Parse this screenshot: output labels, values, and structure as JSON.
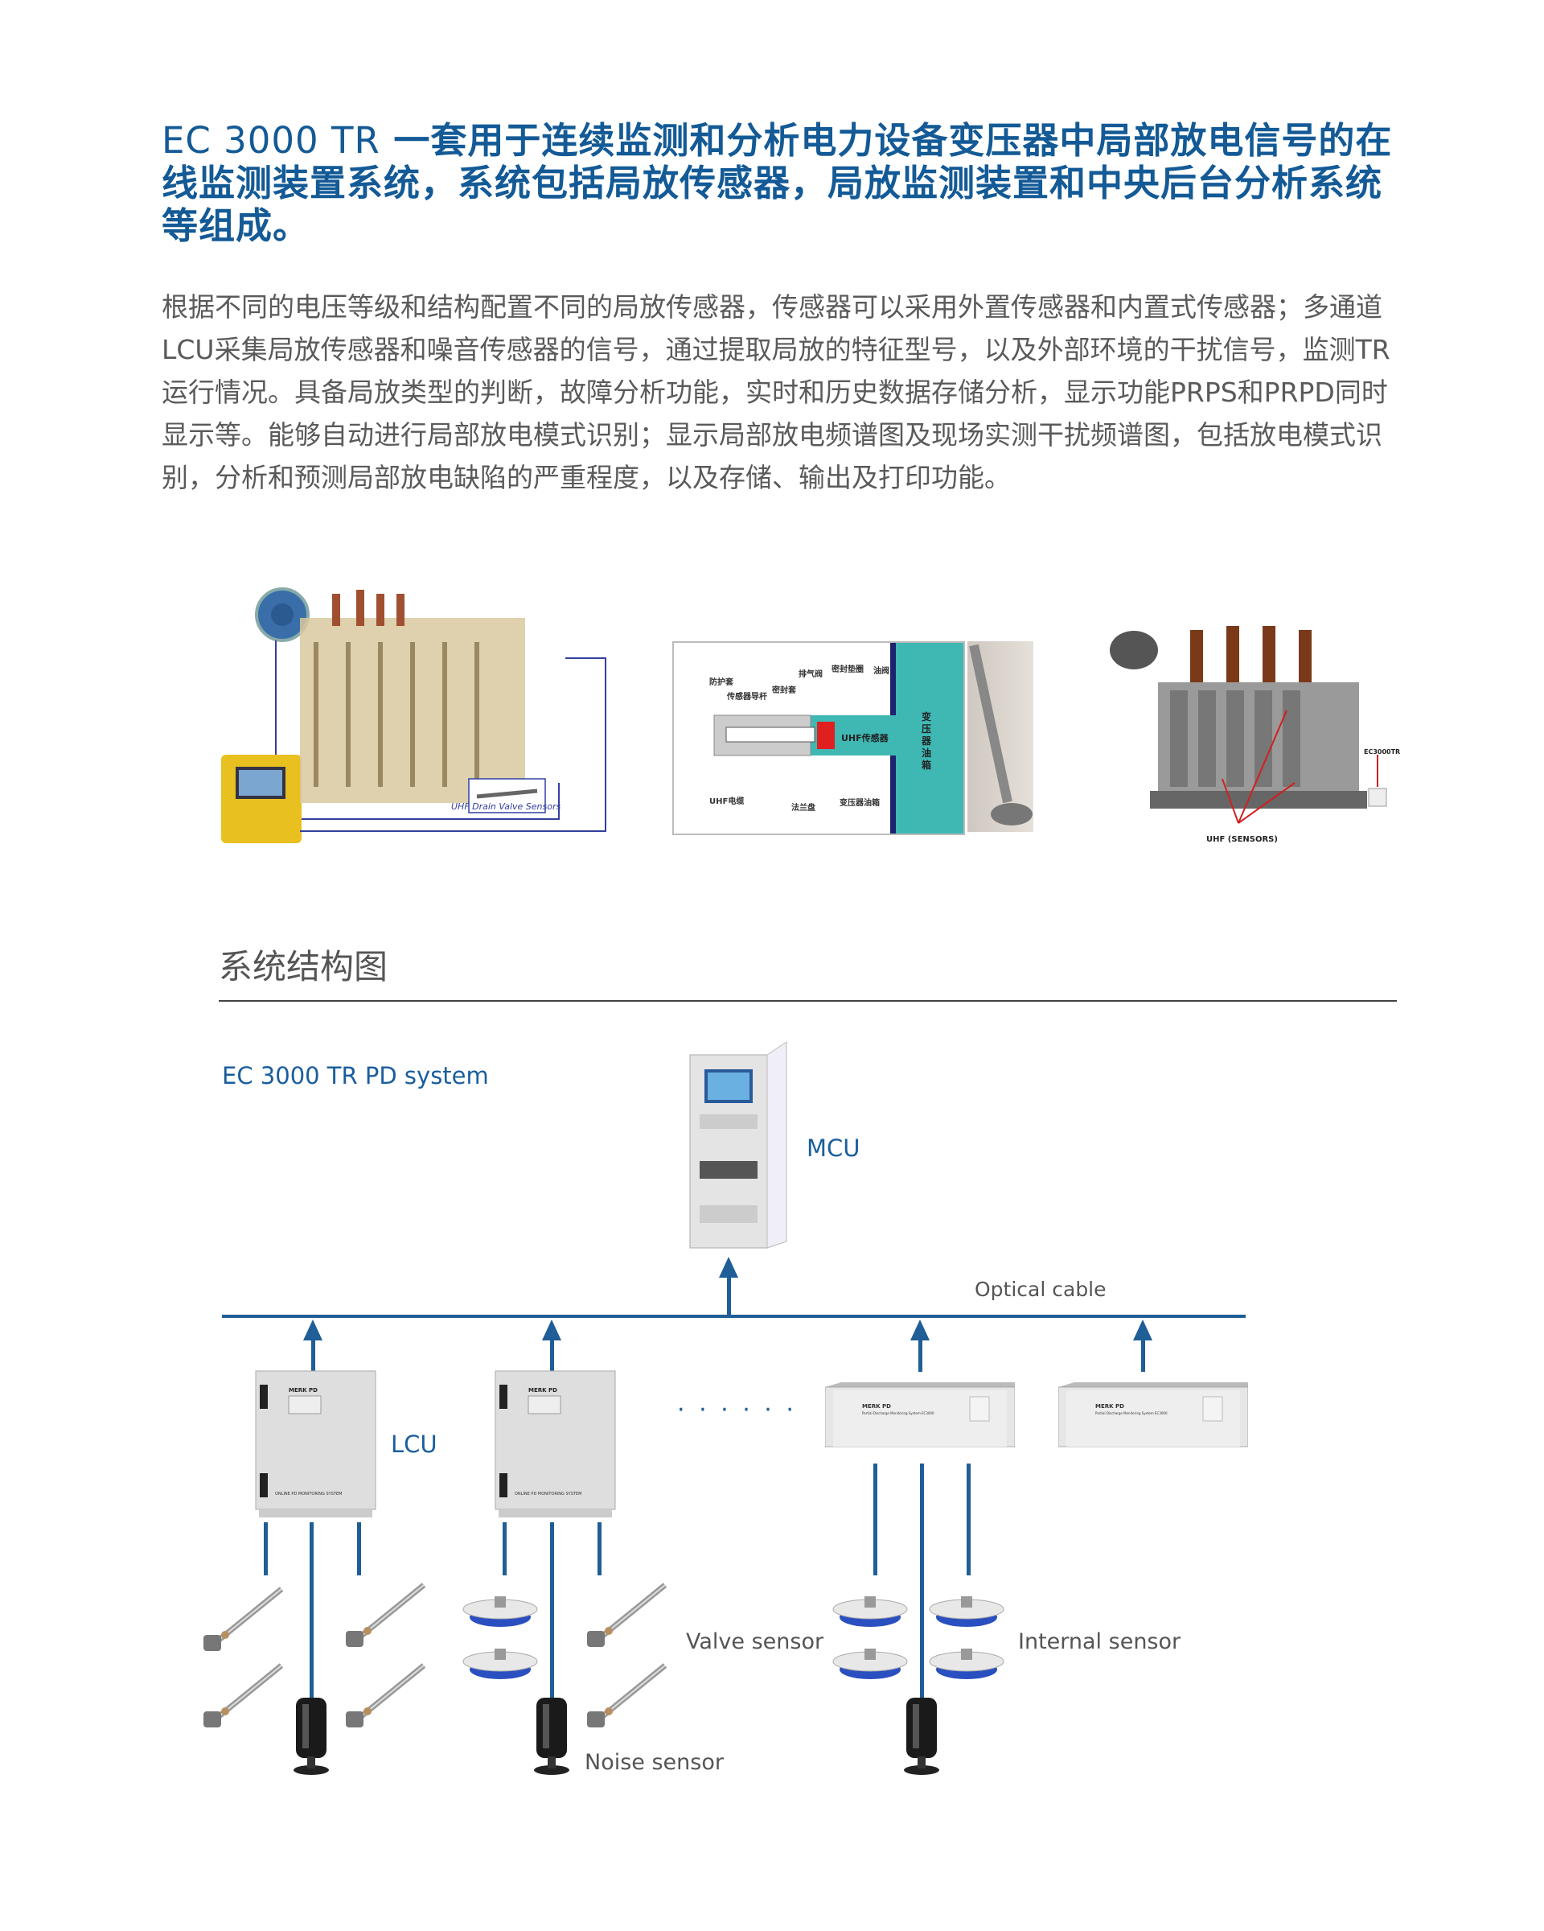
{
  "header": {
    "title_en": "EC 3000 TR",
    "title_cn": " 一套用于连续监测和分析电力设备变压器中局部放电信号的在线监测装置系统，系统包括局放传感器，局放监测装置和中央后台分析系统等组成。",
    "description": "根据不同的电压等级和结构配置不同的局放传感器，传感器可以采用外置传感器和内置式传感器；多通道LCU采集局放传感器和噪音传感器的信号，通过提取局放的特征型号，以及外部环境的干扰信号，监测TR运行情况。具备局放类型的判断，故障分析功能，实时和历史数据存储分析，显示功能PRPS和PRPD同时显示等。能够自动进行局部放电模式识别；显示局部放电频谱图及现场实测干扰频谱图，包括放电模式识别，分析和预测局部放电缺陷的严重程度，以及存储、输出及打印功能。"
  },
  "images": {
    "left_caption": "UHF Drain Valve Sensors",
    "middle_labels": {
      "protect_cover": "防护套",
      "guide_rod": "传感器导杆",
      "seal_sleeve": "密封套",
      "vent_valve": "排气阀",
      "seal_ring": "密封垫圈",
      "oil_valve": "油阀",
      "uhf_sensor": "UHF传感器",
      "tank_vertical": "变压器油箱",
      "uhf_cable": "UHF电缆",
      "flange": "法兰盘",
      "tank": "变压器油箱"
    },
    "right_labels": {
      "device": "EC3000TR",
      "sensors": "UHF (SENSORS)"
    }
  },
  "section": {
    "title": "系统结构图"
  },
  "diagram": {
    "system_name": "EC 3000 TR PD system",
    "mcu_label": "MCU",
    "optical_cable": "Optical cable",
    "lcu_label": "LCU",
    "dots": "· · · · · ·",
    "valve_sensor": "Valve sensor",
    "internal_sensor": "Internal sensor",
    "noise_sensor": "Noise sensor",
    "device_brand": "MERK PD",
    "lcu_footer": "ONLINE PD MONITORING SYSTEM",
    "rack_subtitle": "Partial Discharge Monitoring System EC3000"
  },
  "colors": {
    "title": "#135a96",
    "line": "#1f5e96",
    "tank": "#3fb8b4"
  }
}
